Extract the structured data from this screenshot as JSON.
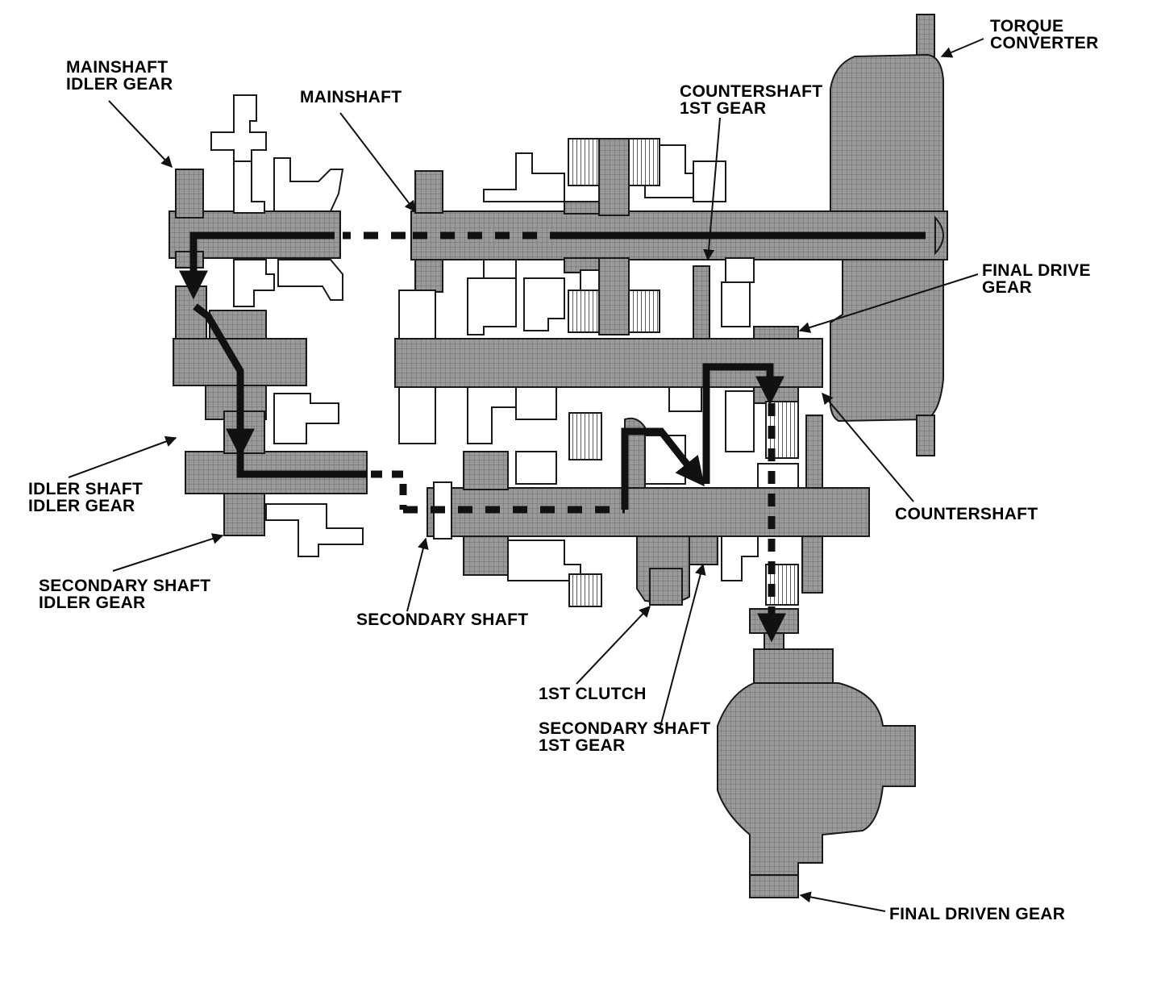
{
  "diagram": {
    "colors": {
      "part_fill": "#8a8a8a",
      "part_stroke": "#1a1a1a",
      "outline_fill": "#ffffff",
      "power_flow": "#111111",
      "background": "#ffffff"
    },
    "labels": {
      "torque_converter": [
        "TORQUE",
        "CONVERTER"
      ],
      "mainshaft_idler_gear": [
        "MAINSHAFT",
        "IDLER GEAR"
      ],
      "mainshaft": [
        "MAINSHAFT"
      ],
      "countershaft_1st_gear": [
        "COUNTERSHAFT",
        "1ST GEAR"
      ],
      "final_drive_gear": [
        "FINAL DRIVE",
        "GEAR"
      ],
      "countershaft": [
        "COUNTERSHAFT"
      ],
      "idler_shaft_idler_gear": [
        "IDLER SHAFT",
        "IDLER GEAR"
      ],
      "secondary_shaft_idler_gear": [
        "SECONDARY SHAFT",
        "IDLER GEAR"
      ],
      "secondary_shaft": [
        "SECONDARY SHAFT"
      ],
      "first_clutch": [
        "1ST CLUTCH"
      ],
      "secondary_shaft_1st_gear": [
        "SECONDARY SHAFT",
        "1ST GEAR"
      ],
      "final_driven_gear": [
        "FINAL DRIVEN GEAR"
      ]
    }
  }
}
